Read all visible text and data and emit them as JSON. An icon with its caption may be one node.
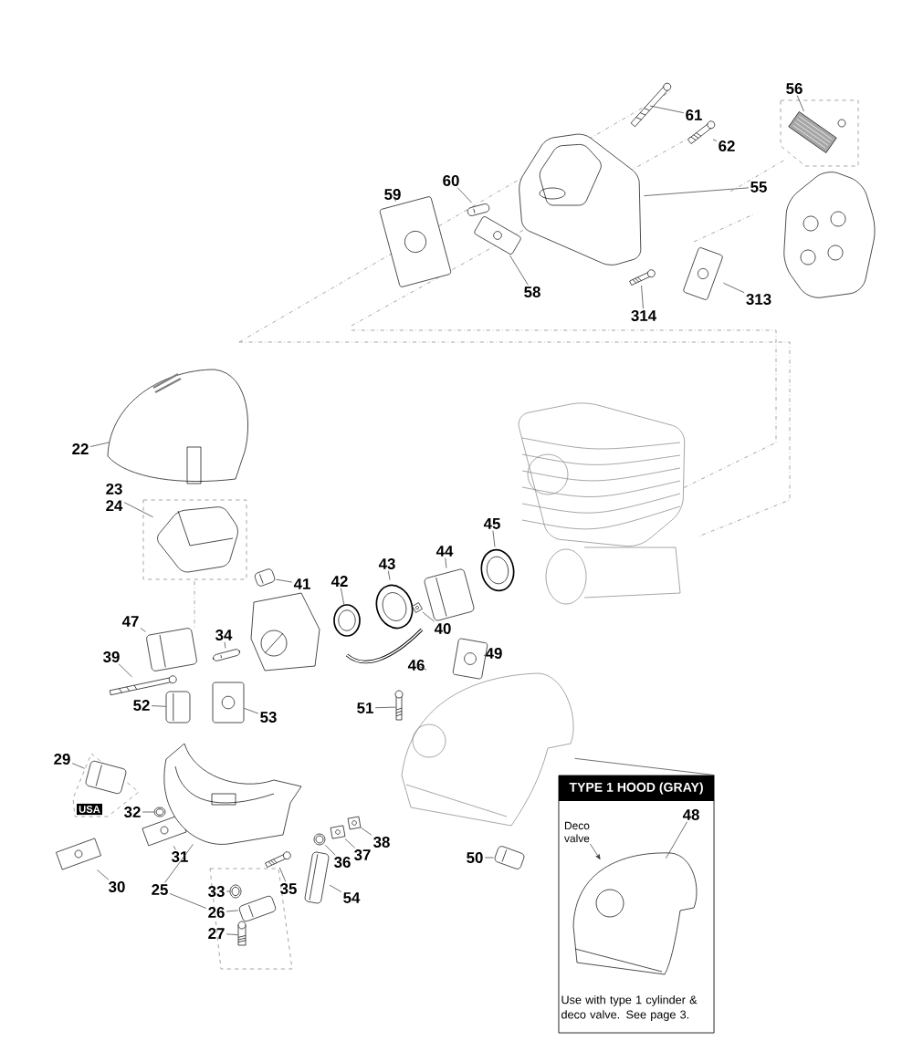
{
  "diagram": {
    "nodes": [
      {
        "text": [
          "56"
        ]
      },
      {
        "text": [],
        "shape": "picture"
      },
      {
        "text": [
          "61"
        ]
      },
      {
        "text": [],
        "shape": "picture"
      },
      {
        "text": [
          "62"
        ]
      },
      {
        "text": [],
        "shape": "picture"
      },
      {
        "text": [
          "60"
        ]
      },
      {
        "text": [],
        "shape": "picture"
      },
      {
        "text": [
          "55"
        ]
      },
      {
        "text": [],
        "shape": "picture"
      },
      {
        "text": [
          "59"
        ]
      },
      {
        "text": [],
        "shape": "picture"
      },
      {
        "text": [
          "58"
        ]
      },
      {
        "text": [],
        "shape": "picture"
      },
      {
        "text": [
          "314"
        ]
      },
      {
        "text": [],
        "shape": "picture"
      },
      {
        "text": [
          "313"
        ]
      },
      {
        "text": [],
        "shape": "picture"
      },
      {
        "text": [
          "22"
        ]
      },
      {
        "text": [],
        "shape": "picture"
      },
      {
        "text": [
          "23",
          "24"
        ]
      },
      {
        "text": [],
        "shape": "picture"
      },
      {
        "text": [
          "41"
        ]
      },
      {
        "text": [],
        "shape": "picture"
      },
      {
        "text": [
          "42"
        ]
      },
      {
        "text": [],
        "shape": "picture"
      },
      {
        "text": [
          "43"
        ]
      },
      {
        "text": [],
        "shape": "picture"
      },
      {
        "text": [
          "44"
        ]
      },
      {
        "text": [],
        "shape": "picture"
      },
      {
        "text": [
          "45"
        ]
      },
      {
        "text": [],
        "shape": "picture"
      },
      {
        "text": [
          "47"
        ]
      },
      {
        "text": [],
        "shape": "picture"
      },
      {
        "text": [
          "34"
        ]
      },
      {
        "text": [],
        "shape": "picture"
      },
      {
        "text": [
          "40"
        ]
      },
      {
        "text": [],
        "shape": "picture"
      },
      {
        "text": [
          "46"
        ]
      },
      {
        "text": [],
        "shape": "picture"
      },
      {
        "text": [
          "39"
        ]
      },
      {
        "text": [],
        "shape": "picture"
      },
      {
        "text": [
          "49"
        ]
      },
      {
        "text": [],
        "shape": "picture"
      },
      {
        "text": [
          "52"
        ]
      },
      {
        "text": [],
        "shape": "picture"
      },
      {
        "text": [
          "53"
        ]
      },
      {
        "text": [],
        "shape": "picture"
      },
      {
        "text": [
          "51"
        ]
      },
      {
        "text": [],
        "shape": "picture"
      },
      {
        "text": [],
        "shape": "picture"
      },
      {
        "text": [
          "29"
        ]
      },
      {
        "text": [],
        "shape": "picture"
      },
      {
        "text": [
          "32"
        ]
      },
      {
        "text": [],
        "shape": "picture"
      },
      {
        "text": [
          "38"
        ]
      },
      {
        "text": [],
        "shape": "picture"
      },
      {
        "text": [
          "31"
        ]
      },
      {
        "text": [],
        "shape": "picture"
      },
      {
        "text": [
          "37"
        ]
      },
      {
        "text": [],
        "shape": "picture"
      },
      {
        "text": [
          "36"
        ]
      },
      {
        "text": [],
        "shape": "picture"
      },
      {
        "text": [
          "50"
        ]
      },
      {
        "text": [],
        "shape": "picture"
      },
      {
        "text": [
          "30"
        ]
      },
      {
        "text": [],
        "shape": "picture"
      },
      {
        "text": [
          "35"
        ]
      },
      {
        "text": [],
        "shape": "picture"
      },
      {
        "text": [
          "25"
        ]
      },
      {
        "text": [],
        "shape": "picture"
      },
      {
        "text": [
          "33"
        ]
      },
      {
        "text": [],
        "shape": "picture"
      },
      {
        "text": [
          "54"
        ]
      },
      {
        "text": [],
        "shape": "picture"
      },
      {
        "text": [
          "26"
        ]
      },
      {
        "text": [],
        "shape": "picture"
      },
      {
        "text": [
          "27"
        ]
      },
      {
        "text": [],
        "shape": "picture"
      },
      {
        "text": [
          "TYPE 1 HOOD (GRAY)",
          "Use with type 1 cylinder & deco valve. See page 3."
        ]
      },
      {
        "text": [
          "Deco valve"
        ],
        "in": 79
      },
      {
        "text": [
          "48"
        ],
        "in": 79
      },
      {
        "text": [],
        "shape": "picture",
        "in": 79
      }
    ],
    "edges": [
      {
        "from": 0,
        "to": 1,
        "arrow": "none"
      },
      {
        "from": 2,
        "to": 3,
        "arrow": "none"
      },
      {
        "from": 4,
        "to": 5,
        "arrow": "none"
      },
      {
        "from": 6,
        "to": 7,
        "arrow": "none"
      },
      {
        "from": 8,
        "to": 9,
        "arrow": "none"
      },
      {
        "from": 10,
        "to": 11,
        "arrow": "none"
      },
      {
        "from": 12,
        "to": 13,
        "arrow": "none"
      },
      {
        "from": 14,
        "to": 15,
        "arrow": "none"
      },
      {
        "from": 16,
        "to": 17,
        "arrow": "none"
      },
      {
        "from": 18,
        "to": 19,
        "arrow": "none"
      },
      {
        "from": 20,
        "to": 21,
        "arrow": "none"
      },
      {
        "from": 22,
        "to": 23,
        "arrow": "none"
      },
      {
        "from": 24,
        "to": 25,
        "arrow": "none"
      },
      {
        "from": 26,
        "to": 27,
        "arrow": "none"
      },
      {
        "from": 28,
        "to": 29,
        "arrow": "none"
      },
      {
        "from": 30,
        "to": 31,
        "arrow": "none"
      },
      {
        "from": 32,
        "to": 33,
        "arrow": "none"
      },
      {
        "from": 34,
        "to": 35,
        "arrow": "none"
      },
      {
        "from": 36,
        "to": 37,
        "arrow": "none"
      },
      {
        "from": 38,
        "to": 39,
        "arrow": "none"
      },
      {
        "from": 40,
        "to": 41,
        "arrow": "none"
      },
      {
        "from": 42,
        "to": 43,
        "arrow": "none"
      },
      {
        "from": 44,
        "to": 45,
        "arrow": "none"
      },
      {
        "from": 46,
        "to": 47,
        "arrow": "none"
      },
      {
        "from": 48,
        "to": 49,
        "arrow": "none"
      },
      {
        "from": 50,
        "to": 79,
        "arrow": "none"
      },
      {
        "from": 51,
        "to": 52,
        "arrow": "none"
      },
      {
        "from": 53,
        "to": 54,
        "arrow": "none"
      },
      {
        "from": 55,
        "to": 56,
        "arrow": "none"
      },
      {
        "from": 57,
        "to": 58,
        "arrow": "none"
      },
      {
        "from": 59,
        "to": 60,
        "arrow": "none"
      },
      {
        "from": 61,
        "to": 62,
        "arrow": "none"
      },
      {
        "from": 63,
        "to": 64,
        "arrow": "none"
      },
      {
        "from": 65,
        "to": 66,
        "arrow": "none"
      },
      {
        "from": 67,
        "to": 68,
        "arrow": "none"
      },
      {
        "from": 69,
        "to": 70,
        "arrow": "none"
      },
      {
        "from": 69,
        "to": 75,
        "arrow": "none"
      },
      {
        "from": 71,
        "to": 72,
        "arrow": "none"
      },
      {
        "from": 73,
        "to": 74,
        "arrow": "none"
      },
      {
        "from": 75,
        "to": 76,
        "arrow": "none"
      },
      {
        "from": 77,
        "to": 78,
        "arrow": "none"
      },
      {
        "from": 80,
        "to": 82,
        "arrow": "to"
      },
      {
        "from": 81,
        "to": 82,
        "arrow": "none"
      }
    ],
    "labels": [
      "USA"
    ]
  }
}
